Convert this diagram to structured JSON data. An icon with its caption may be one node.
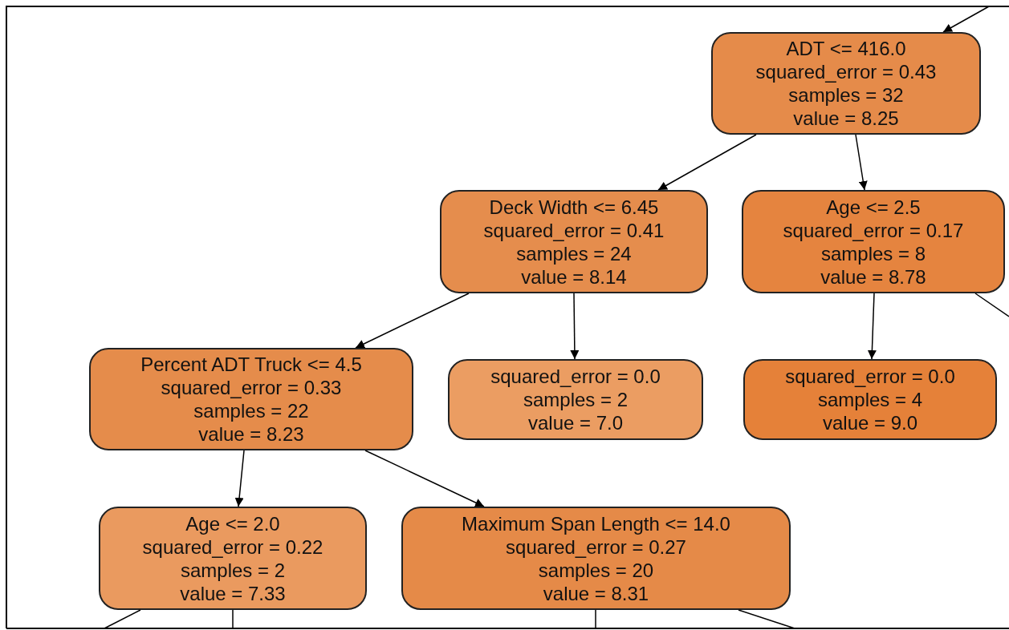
{
  "diagram": {
    "nodes": [
      {
        "text": [
          "ADT <= 416.0",
          "squared_error = 0.43",
          "samples = 32",
          "value = 8.25"
        ]
      },
      {
        "text": [
          "Deck Width <= 6.45",
          "squared_error = 0.41",
          "samples = 24",
          "value = 8.14"
        ]
      },
      {
        "text": [
          "Age <= 2.5",
          "squared_error = 0.17",
          "samples = 8",
          "value = 8.78"
        ]
      },
      {
        "text": [
          "Percent ADT Truck <= 4.5",
          "squared_error = 0.33",
          "samples = 22",
          "value = 8.23"
        ]
      },
      {
        "text": [
          "squared_error = 0.0",
          "samples = 2",
          "value = 7.0"
        ]
      },
      {
        "text": [
          "squared_error = 0.0",
          "samples = 4",
          "value = 9.0"
        ]
      },
      {
        "text": [
          "Age <= 2.0",
          "squared_error = 0.22",
          "samples = 2",
          "value = 7.33"
        ]
      },
      {
        "text": [
          "Maximum Span Length <= 14.0",
          "squared_error = 0.27",
          "samples = 20",
          "value = 8.31"
        ]
      }
    ],
    "edges": [
      {
        "from": null,
        "to": 0,
        "arrow": "to"
      },
      {
        "from": 0,
        "to": 1,
        "arrow": "to"
      },
      {
        "from": 0,
        "to": 2,
        "arrow": "to"
      },
      {
        "from": 1,
        "to": 3,
        "arrow": "to"
      },
      {
        "from": 1,
        "to": 4,
        "arrow": "to"
      },
      {
        "from": 2,
        "to": 5,
        "arrow": "to"
      },
      {
        "from": 2,
        "to": null,
        "arrow": "none"
      },
      {
        "from": 3,
        "to": 6,
        "arrow": "to"
      },
      {
        "from": 3,
        "to": 7,
        "arrow": "to"
      },
      {
        "from": 6,
        "to": null,
        "arrow": "none"
      },
      {
        "from": 6,
        "to": null,
        "arrow": "none"
      },
      {
        "from": 7,
        "to": null,
        "arrow": "none"
      },
      {
        "from": 7,
        "to": null,
        "arrow": "none"
      }
    ]
  }
}
